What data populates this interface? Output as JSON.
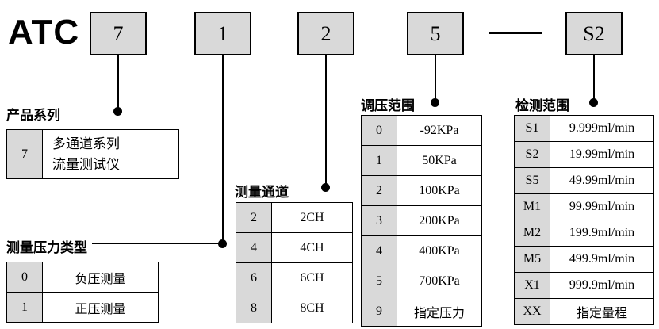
{
  "title": "ATC",
  "codes": [
    "7",
    "1",
    "2",
    "5",
    "S2"
  ],
  "colors": {
    "box_fill": "#d9d9d9",
    "border": "#000000",
    "background": "#ffffff"
  },
  "sections": {
    "product_series": {
      "heading": "产品系列",
      "rows": [
        {
          "code": "7",
          "desc": "多通道系列\n流量测试仪"
        }
      ]
    },
    "pressure_type": {
      "heading": "测量压力类型",
      "rows": [
        {
          "code": "0",
          "desc": "负压测量"
        },
        {
          "code": "1",
          "desc": "正压测量"
        }
      ]
    },
    "channels": {
      "heading": "测量通道",
      "rows": [
        {
          "code": "2",
          "desc": "2CH"
        },
        {
          "code": "4",
          "desc": "4CH"
        },
        {
          "code": "6",
          "desc": "6CH"
        },
        {
          "code": "8",
          "desc": "8CH"
        }
      ]
    },
    "pressure_range": {
      "heading": "调压范围",
      "rows": [
        {
          "code": "0",
          "desc": "-92KPa"
        },
        {
          "code": "1",
          "desc": "50KPa"
        },
        {
          "code": "2",
          "desc": "100KPa"
        },
        {
          "code": "3",
          "desc": "200KPa"
        },
        {
          "code": "4",
          "desc": "400KPa"
        },
        {
          "code": "5",
          "desc": "700KPa"
        },
        {
          "code": "9",
          "desc": "指定压力"
        }
      ]
    },
    "detection_range": {
      "heading": "检测范围",
      "rows": [
        {
          "code": "S1",
          "desc": "9.999ml/min"
        },
        {
          "code": "S2",
          "desc": "19.99ml/min"
        },
        {
          "code": "S5",
          "desc": "49.99ml/min"
        },
        {
          "code": "M1",
          "desc": "99.99ml/min"
        },
        {
          "code": "M2",
          "desc": "199.9ml/min"
        },
        {
          "code": "M5",
          "desc": "499.9ml/min"
        },
        {
          "code": "X1",
          "desc": "999.9ml/min"
        },
        {
          "code": "XX",
          "desc": "指定量程"
        }
      ]
    }
  }
}
